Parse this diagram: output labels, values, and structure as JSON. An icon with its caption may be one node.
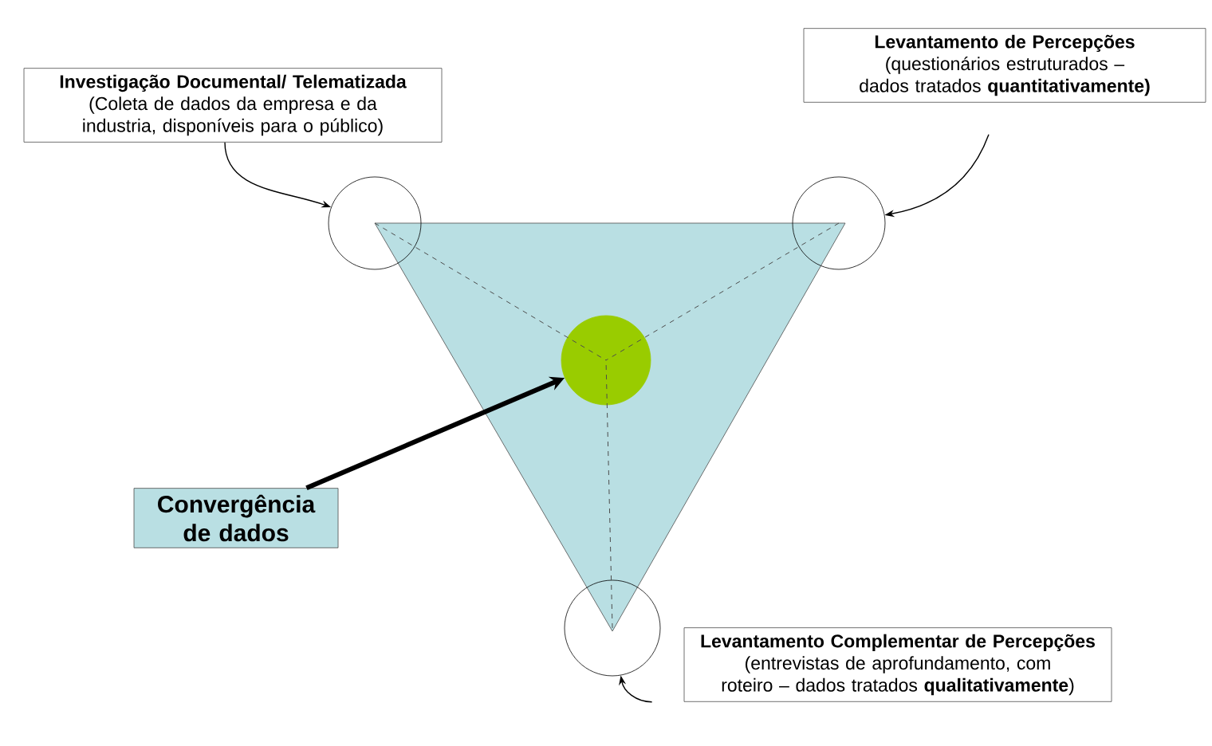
{
  "diagram": {
    "nodes": [
      {
        "text": [
          "Investigação Documental/ Telematizada",
          "(Coleta de dados da empresa e da industria, disponíveis para o público)"
        ]
      },
      {
        "text": [
          "Levantamento de Percepções",
          "(questionários estruturados – dados tratados **quantitativamente)**"
        ]
      },
      {
        "text": [],
        "shape": "circle"
      },
      {
        "text": [],
        "shape": "circle"
      },
      {
        "text": [],
        "shape": "circle"
      },
      {
        "text": [
          "Convergência de dados"
        ]
      },
      {
        "text": [],
        "shape": "circle"
      },
      {
        "text": [
          "Levantamento Complementar de Percepções",
          "(entrevistas de aprofundamento, com roteiro – dados tratados **qualitativamente**)"
        ]
      }
    ],
    "edges": [
      {
        "from": 0,
        "to": 2,
        "arrow": "to"
      },
      {
        "from": 1,
        "to": 3,
        "arrow": "to"
      },
      {
        "from": 7,
        "to": 6,
        "arrow": "to"
      },
      {
        "from": 5,
        "to": 4,
        "arrow": "to",
        "style": "thick"
      },
      {
        "from": 2,
        "to": 4,
        "arrow": "none",
        "style": "dashed"
      },
      {
        "from": 3,
        "to": 4,
        "arrow": "none",
        "style": "dashed"
      },
      {
        "from": 6,
        "to": 4,
        "arrow": "none",
        "style": "dashed"
      }
    ]
  }
}
